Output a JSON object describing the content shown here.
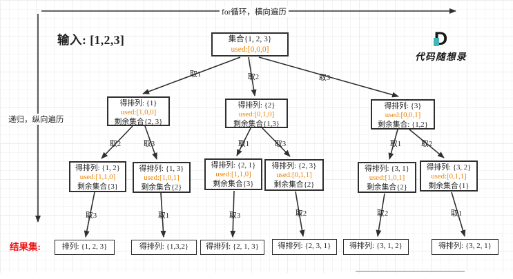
{
  "arrows": {
    "top_label": "for循环，横向遍历",
    "left_label": "递归，纵向遍历"
  },
  "input_label": "输入: [1,2,3]",
  "result_label": "结果集:",
  "logo": {
    "letter": "D",
    "name": "代码随想录"
  },
  "colors": {
    "used_orange": "#ee8200",
    "result_red": "#f11414",
    "logo_teal": "#41b7ba",
    "edge_stroke": "#2f2f2f"
  },
  "root": {
    "title": "集合{1, 2, 3}",
    "used": "used:[0,0,0]"
  },
  "level2": [
    {
      "line1": "得排列: {1}",
      "used": "used:[1,0,0]",
      "line3": "剩余集合{2, 3}"
    },
    {
      "line1": "得排列: {2}",
      "used": "used:[0,1,0]",
      "line3": "剩余集合{1,3}"
    },
    {
      "line1": "得排列: {3}",
      "used": "used:[0,0,1]",
      "line3": "剩余集合: {1,2}"
    }
  ],
  "level3": [
    {
      "line1": "得排列: {1, 2}",
      "used": "used:[1,1,0]",
      "line3": "剩余集合{3}"
    },
    {
      "line1": "得排列: {1, 3}",
      "used": "used:[1,0,1]",
      "line3": "剩余集合{2}"
    },
    {
      "line1": "得排列: {2, 1}",
      "used": "used:[1,1,0]",
      "line3": "剩余集合{3}"
    },
    {
      "line1": "得排列: {2, 3}",
      "used": "used:[0,1,1]",
      "line3": "剩余集合{2}"
    },
    {
      "line1": "得排列: {3, 1}",
      "used": "used:[1,0,1]",
      "line3": "剩余集合{2}"
    },
    {
      "line1": "得排列: {3, 2}",
      "used": "used:[0,1,1]",
      "line3": "剩余集合{1}"
    }
  ],
  "results": [
    "排列: {1, 2, 3}",
    "得排列: {1,3,2}",
    "得排列: {2, 1, 3}",
    "得排列: {2, 3, 1}",
    "得排列: {3, 1, 2}",
    "得排列: {3, 2, 1}"
  ],
  "edge_labels": {
    "root": [
      "取1",
      "取2",
      "取3"
    ],
    "level2": [
      "取2",
      "取3",
      "取1",
      "取3",
      "取1",
      "取2"
    ],
    "level3": [
      "取3",
      "取1",
      "取3",
      "取2",
      "取2",
      "取1"
    ]
  }
}
